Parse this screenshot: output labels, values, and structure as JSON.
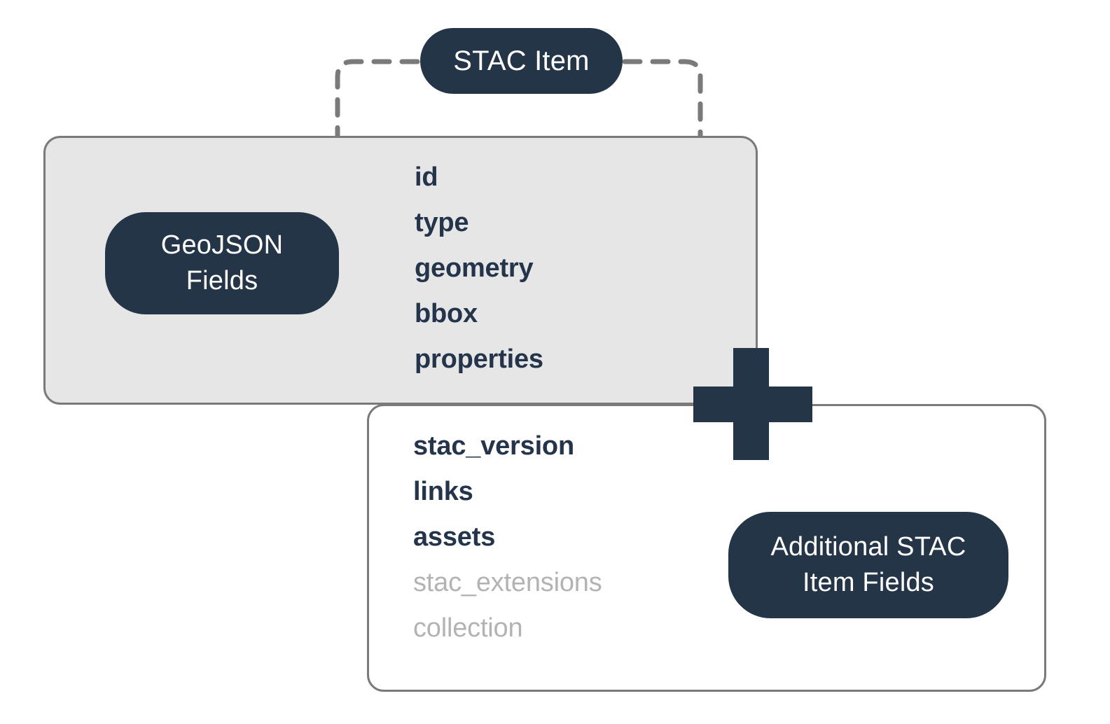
{
  "diagram": {
    "title": "STAC Item",
    "colors": {
      "navy": "#253548",
      "gray_fill": "#e6e6e6",
      "border_gray": "#7a7a7a",
      "muted_text": "#b3b3b3",
      "strong_text": "#24344a",
      "white": "#ffffff"
    },
    "root_badge": {
      "label": "STAC Item"
    },
    "geojson_group": {
      "badge_label_line1": "GeoJSON",
      "badge_label_line2": "Fields",
      "fields": [
        {
          "name": "id",
          "style": "strong"
        },
        {
          "name": "type",
          "style": "strong"
        },
        {
          "name": "geometry",
          "style": "strong"
        },
        {
          "name": "bbox",
          "style": "strong"
        },
        {
          "name": "properties",
          "style": "strong"
        }
      ]
    },
    "additional_group": {
      "badge_label_line1": "Additional STAC",
      "badge_label_line2": "Item Fields",
      "fields": [
        {
          "name": "stac_version",
          "style": "strong"
        },
        {
          "name": "links",
          "style": "strong"
        },
        {
          "name": "assets",
          "style": "strong"
        },
        {
          "name": "stac_extensions",
          "style": "muted"
        },
        {
          "name": "collection",
          "style": "muted"
        }
      ]
    },
    "operator": {
      "symbol": "plus",
      "label": "+"
    }
  }
}
